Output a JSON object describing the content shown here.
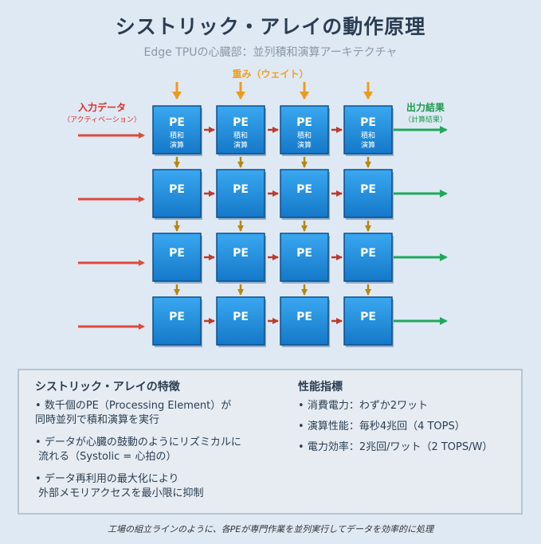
{
  "title": "シストリック・アレイの動作原理",
  "subtitle": "Edge TPUの心臓部：並列積和演算アーキテクチャ",
  "weight_label": "重み（ウェイト）",
  "input_label": "入力データ",
  "input_sub": "（アクティベーション）",
  "output_label": "出力結果",
  "output_sub": "（計算結果）",
  "pe": {
    "label": "PE",
    "op_line1": "積和",
    "op_line2": "演算",
    "rows": 4,
    "cols": 4
  },
  "colors": {
    "pe_fill": "#1a8fe0",
    "input_arrow": "#e04a3a",
    "output_arrow": "#1fa95a",
    "weight_arrow": "#f09a1a",
    "inner_arrow_h": "#c0392b",
    "inner_arrow_v": "#b8860b"
  },
  "features": {
    "heading": "シストリック・アレイの特徴",
    "items": [
      {
        "line1": "数千個のPE（Processing Element）が",
        "line2": "同時並列で積和演算を実行"
      },
      {
        "line1": "データが心臓の鼓動のようにリズミカルに",
        "line2": "流れる（Systolic = 心拍の）"
      },
      {
        "line1": "データ再利用の最大化により",
        "line2": "外部メモリアクセスを最小限に抑制"
      }
    ]
  },
  "metrics": {
    "heading": "性能指標",
    "items": [
      "消費電力：わずか2ワット",
      "演算性能：毎秒4兆回（4 TOPS）",
      "電力効率：2兆回/ワット（2 TOPS/W）"
    ]
  },
  "footer": "工場の組立ラインのように、各PEが専門作業を並列実行してデータを効率的に処理"
}
